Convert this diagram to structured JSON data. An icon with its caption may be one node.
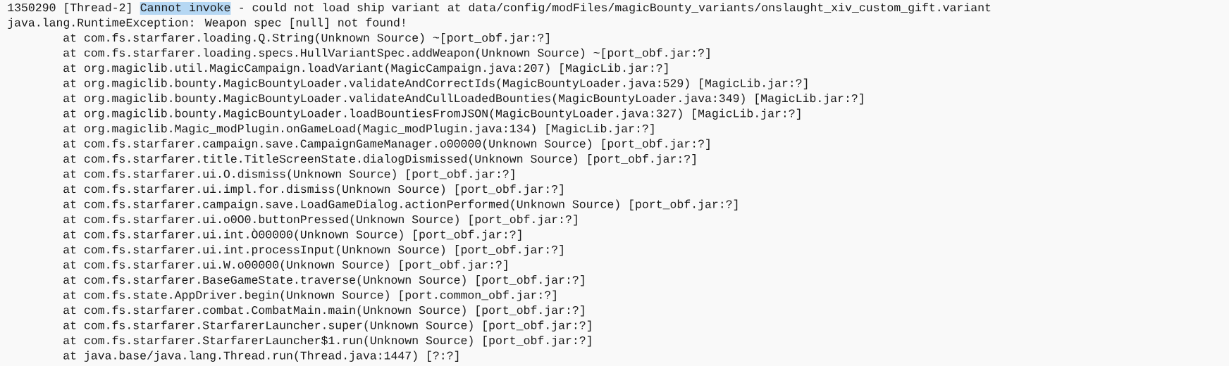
{
  "diagram": {
    "labels": [
      "1350290 [Thread-2]",
      "Cannot invoke",
      " - could not load ship variant at data/config/modFiles/magicBounty_variants/onslaught_xiv_custom_gift.variant",
      "java.lang.RuntimeException: Weapon spec [null] not found!",
      "at com.fs.starfarer.loading.Q.String(Unknown Source) ~[port_obf.jar:?]",
      "at com.fs.starfarer.loading.specs.HullVariantSpec.addWeapon(Unknown Source) ~[port_obf.jar:?]",
      "at org.magiclib.util.MagicCampaign.loadVariant(MagicCampaign.java:207) [MagicLib.jar:?]",
      "at org.magiclib.bounty.MagicBountyLoader.validateAndCorrectIds(MagicBountyLoader.java:529) [MagicLib.jar:?]",
      "at org.magiclib.bounty.MagicBountyLoader.validateAndCullLoadedBounties(MagicBountyLoader.java:349) [MagicLib.jar:?]",
      "at org.magiclib.bounty.MagicBountyLoader.loadBountiesFromJSON(MagicBountyLoader.java:327) [MagicLib.jar:?]",
      "at org.magiclib.Magic_modPlugin.onGameLoad(Magic_modPlugin.java:134) [MagicLib.jar:?]",
      "at com.fs.starfarer.campaign.save.CampaignGameManager.o00000(Unknown Source) [port_obf.jar:?]",
      "at com.fs.starfarer.title.TitleScreenState.dialogDismissed(Unknown Source) [port_obf.jar:?]",
      "at com.fs.starfarer.ui.O.dismiss(Unknown Source) [port_obf.jar:?]",
      "at com.fs.starfarer.ui.impl.for.dismiss(Unknown Source) [port_obf.jar:?]",
      "at com.fs.starfarer.campaign.save.LoadGameDialog.actionPerformed(Unknown Source) [port_obf.jar:?]",
      "at com.fs.starfarer.ui.o0O0.buttonPressed(Unknown Source) [port_obf.jar:?]",
      "at com.fs.starfarer.ui.int.Ò00000(Unknown Source) [port_obf.jar:?]",
      "at com.fs.starfarer.ui.int.processInput(Unknown Source) [port_obf.jar:?]",
      "at com.fs.starfarer.ui.W.o00000(Unknown Source) [port_obf.jar:?]",
      "at com.fs.starfarer.BaseGameState.traverse(Unknown Source) [port_obf.jar:?]",
      "at com.fs.state.AppDriver.begin(Unknown Source) [port.common_obf.jar:?]",
      "at com.fs.starfarer.combat.CombatMain.main(Unknown Source) [port_obf.jar:?]",
      "at com.fs.starfarer.StarfarerLauncher.super(Unknown Source) [port_obf.jar:?]",
      "at com.fs.starfarer.StarfarerLauncher$1.run(Unknown Source) [port_obf.jar:?]",
      "at java.base/java.lang.Thread.run(Thread.java:1447) [?:?]"
    ]
  }
}
